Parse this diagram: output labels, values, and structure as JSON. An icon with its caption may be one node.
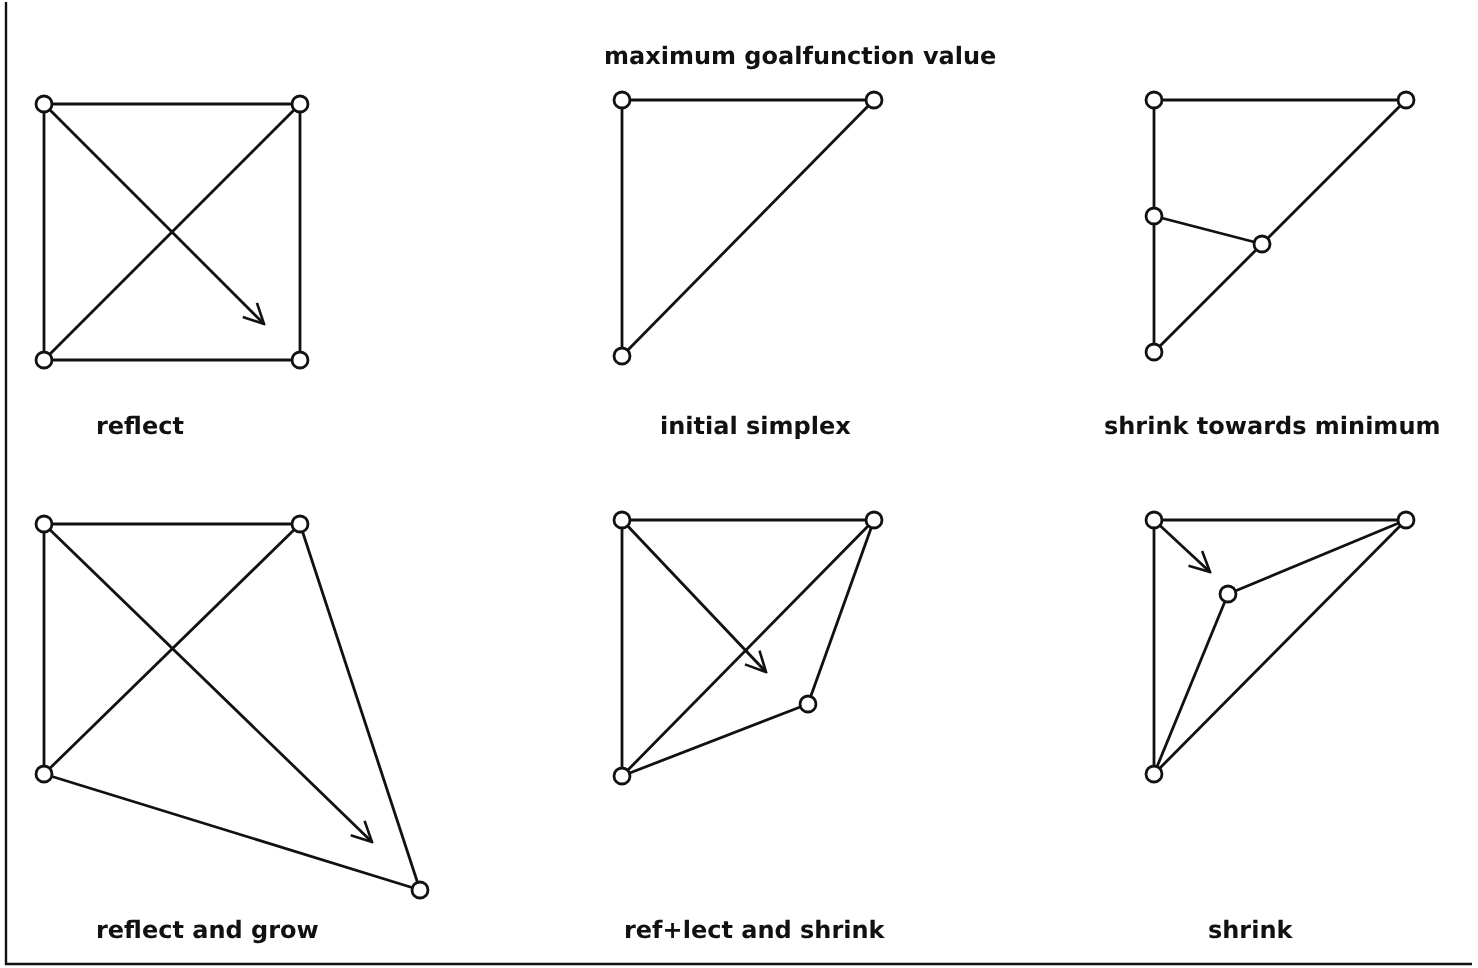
{
  "diagram": {
    "title": "maximum goalfunction value",
    "labels": [
      "reflect",
      "initial simplex",
      "shrink towards minimum",
      "reflect and grow",
      "ref+lect and shrink",
      "shrink"
    ]
  }
}
